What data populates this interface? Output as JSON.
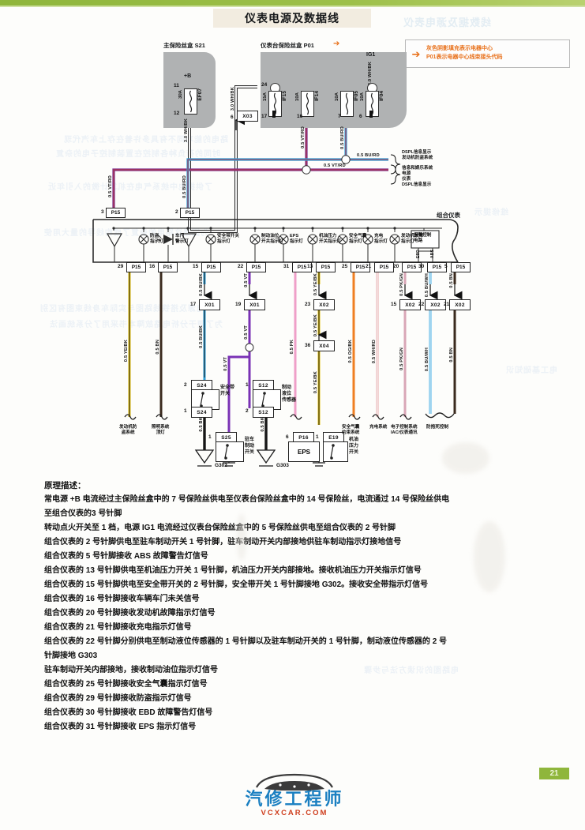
{
  "page": {
    "title": "仪表电源及数据线",
    "page_number": "21",
    "watermark_cn": "汽修工程师",
    "watermark_en": "VCXCAR.COM"
  },
  "legend": {
    "arrow": "➡",
    "line1": "灰色阴影填充表示电器中心",
    "line2": "P01表示电器中心线束接头代码"
  },
  "fuse_boxes": [
    {
      "id": "s21",
      "label": "主保险丝盒 S21",
      "terminal_label": "+B",
      "fuses": [
        {
          "rating": "30A",
          "name": "EF07",
          "pin_top": "11",
          "pin_bottom": "12"
        }
      ]
    },
    {
      "id": "p01",
      "label": "仪表台保险丝盒 P01",
      "terminal_label": "IG1",
      "fuses": [
        {
          "rating": "15A",
          "name": "IF15",
          "pin_top": "24",
          "pin_bottom": "17"
        },
        {
          "rating": "10A",
          "name": "IF14",
          "pin_top": "",
          "pin_bottom": "16"
        },
        {
          "rating": "10A",
          "name": "IF05",
          "pin_top": "",
          "pin_bottom": "7"
        },
        {
          "rating": "10A",
          "name": "IF04",
          "pin_top": "",
          "pin_bottom": "6"
        }
      ]
    }
  ],
  "wires": {
    "battery_feed": "3.0 WH/BK",
    "ig1_feed": "3.0 WH/BK",
    "vt_rd": "0.5 VT/RD",
    "bu_rd": "0.5 BU/RD",
    "bu_rd_branch": "0.5 BU/RD",
    "vt_rd_branch": "0.5 VT/RD",
    "cluster_pins": [
      {
        "pin": "29",
        "conn": "P15",
        "color": "0.5 YE/BK"
      },
      {
        "pin": "16",
        "conn": "P15",
        "color": "0.5 BN"
      },
      {
        "pin": "15",
        "conn": "P15",
        "color": "0.5 BU/BK"
      },
      {
        "pin": "22",
        "conn": "P15",
        "color": "0.5 VT"
      },
      {
        "pin": "31",
        "conn": "P15",
        "color": "0.5 PK"
      },
      {
        "pin": "13",
        "conn": "P15",
        "color": "0.5 YE/BK"
      },
      {
        "pin": "25",
        "conn": "P15",
        "color": "0.5 OG/BK"
      },
      {
        "pin": "21",
        "conn": "P15",
        "color": "0.5 WH/RD"
      },
      {
        "pin": "20",
        "conn": "P15",
        "color": "0.5 PK/GN"
      },
      {
        "pin": "30",
        "conn": "P15",
        "color": "0.5 BU/WH"
      },
      {
        "pin": "5",
        "conn": "P15",
        "color": "0.5 BN"
      }
    ]
  },
  "connectors": [
    {
      "num": "6",
      "name": "X03"
    },
    {
      "num": "17",
      "name": "X01"
    },
    {
      "num": "19",
      "name": "X01"
    },
    {
      "num": "23",
      "name": "X02"
    },
    {
      "num": "36",
      "name": "X04"
    },
    {
      "num": "15",
      "name": "X02"
    },
    {
      "num": "22",
      "name": "X02"
    },
    {
      "num": "21",
      "name": "X02"
    }
  ],
  "cluster": {
    "title": "组合仪表",
    "top_pins": [
      {
        "num": "3",
        "conn": "P15"
      },
      {
        "num": "2",
        "conn": "P15"
      }
    ],
    "indicators": [
      {
        "sym": "A",
        "label": ""
      },
      {
        "sym": "x",
        "label": "防盗\n指示灯"
      },
      {
        "sym": "door",
        "label": "车门\n警示灯"
      },
      {
        "sym": "B",
        "label": ""
      },
      {
        "sym": "x",
        "label": "安全带开关\n指示灯"
      },
      {
        "sym": "x",
        "label": "制动油位\n开关指示灯"
      },
      {
        "sym": "x",
        "label": "EPS\n指示灯"
      },
      {
        "sym": "x",
        "label": "机油压力\n开关指示灯"
      },
      {
        "sym": "x",
        "label": "安全气囊\n指示灯"
      },
      {
        "sym": "x",
        "label": "充电\n指示灯"
      },
      {
        "sym": "x",
        "label": "发动机故障\n指示灯"
      },
      {
        "sym": "box",
        "label": "报警控制\n电路"
      }
    ],
    "ecu_pins": [
      "EBD",
      "ABS"
    ]
  },
  "bus_labels": [
    {
      "text": "DSPL信息显示\n发动机防盗系统"
    },
    {
      "text": "信息和娱乐系统\n电源\n仪表\nDSPL信息显示"
    }
  ],
  "devices": [
    {
      "pin_top": "2",
      "conn_top": "S24",
      "pin_bottom": "1",
      "conn_bottom": "S24",
      "label": "安全带\n开关",
      "wire": "0.5 BK",
      "ground": "G302"
    },
    {
      "pin_top": "1",
      "conn_top": "S12",
      "pin_bottom": "2",
      "conn_bottom": "S12",
      "label": "制动\n液位\n传感器",
      "wire": "0.5 BK",
      "ground": "G303"
    },
    {
      "pin_top": "1",
      "conn_top": "S25",
      "label": "驻车\n制动\n开关",
      "ground": ""
    },
    {
      "pin_top": "6",
      "conn_top": "P16",
      "label": "EPS"
    },
    {
      "pin_top": "1",
      "conn_top": "E19",
      "label": "机油\n压力\n开关"
    }
  ],
  "system_labels": [
    "发动机防\n盗系统",
    "照明系统\n顶灯",
    "安全气囊\n约束系统",
    "充电系统",
    "电子控制系统\nIAC/仪表通讯",
    "防抱死控制"
  ],
  "branch_wires": [
    {
      "label": "0.5 VT"
    },
    {
      "label": "0.5 VT"
    },
    {
      "label": "0.5 YE/BK"
    },
    {
      "label": "0.5 PK"
    },
    {
      "label": "0.5 BK"
    },
    {
      "label": "0.5 BK"
    }
  ],
  "description": {
    "heading": "原理描述：",
    "lines": [
      "常电源 +B 电流经过主保险丝盒中的 7 号保险丝供电至仪表台保险丝盒中的 14 号保险丝，电流通过 14 号保险丝供电",
      "至组合仪表的3 号针脚",
      "转动点火开关至 1 档，电源 IG1 电流经过仪表台保险丝盒中的 5 号保险丝供电至组合仪表的 2 号针脚",
      "组合仪表的 2 号针脚供电至驻车制动开关 1 号针脚，驻车制动开关内部接地供驻车制动指示灯接地信号",
      "组合仪表的 5 号针脚接收 ABS 故障警告灯信号",
      "组合仪表的 13 号针脚供电至机油压力开关 1 号针脚，机油压力开关内部接地。接收机油压力开关指示灯信号",
      "组合仪表的 15 号针脚供电至安全带开关的 2 号针脚，安全带开关 1 号针脚接地 G302。接收安全带指示灯信号",
      "组合仪表的 16 号针脚接收车辆车门未关信号",
      "组合仪表的 20 号针脚接收发动机故障指示灯信号",
      "组合仪表的 21 号针脚接收充电指示灯信号",
      "组合仪表的 22 号针脚分别供电至制动液位传感器的 1 号针脚以及驻车制动开关的 1 号针脚，制动液位传感器的 2 号",
      "针脚接地 G303",
      "驻车制动开关内部接地，接收制动油位指示灯信号",
      "组合仪表的 25 号针脚接收安全气囊指示灯信号",
      "组合仪表的 29 号针脚接收防盗指示灯信号",
      "组合仪表的 30 号针脚接收 EBD 故障警告灯信号",
      "组合仪表的 31 号针脚接收 EPS 指示灯信号"
    ]
  },
  "colors": {
    "accent_green": "#8fb63c",
    "legend_orange": "#e8701a",
    "fusebox_gray": "#b0b2b3",
    "wire_vt_rd": "#6b2d6b",
    "wire_bu_rd": "#2e9fd8",
    "wire_ye_bk": "#e8c50d",
    "wire_bn": "#3a2a1e",
    "wire_bu_bk": "#2e9fd8",
    "wire_vt": "#7a32b5",
    "wire_pk": "#ef9fc8",
    "wire_og_bk": "#f07f22",
    "wire_wh_rd": "#e8a8a8",
    "wire_pk_gn": "#d9a6b6",
    "wire_bu_wh": "#4bb3e8",
    "wire_bk": "#161616"
  }
}
